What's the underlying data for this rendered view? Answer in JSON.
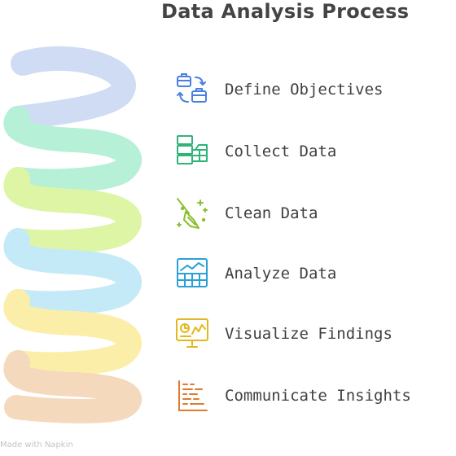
{
  "diagram": {
    "title": "Data Analysis Process",
    "steps": [
      {
        "label": "Define Objectives",
        "icon": "briefcase-swap-icon",
        "color": "#4a7fe0"
      },
      {
        "label": "Collect Data",
        "icon": "database-table-icon",
        "color": "#2fb37a"
      },
      {
        "label": "Clean Data",
        "icon": "broom-sparkle-icon",
        "color": "#8cbf2e"
      },
      {
        "label": "Analyze Data",
        "icon": "chart-grid-icon",
        "color": "#2a9fd8"
      },
      {
        "label": "Visualize Findings",
        "icon": "dashboard-monitor-icon",
        "color": "#e2b91c"
      },
      {
        "label": "Communicate Insights",
        "icon": "document-lines-icon",
        "color": "#e07a2e"
      }
    ],
    "spiral_colors": [
      "#cfdcf4",
      "#b6f0d7",
      "#dff5a6",
      "#c4eaf7",
      "#fbeea8",
      "#f5d9bd"
    ]
  },
  "footer": {
    "text": "Made with Napkin"
  }
}
